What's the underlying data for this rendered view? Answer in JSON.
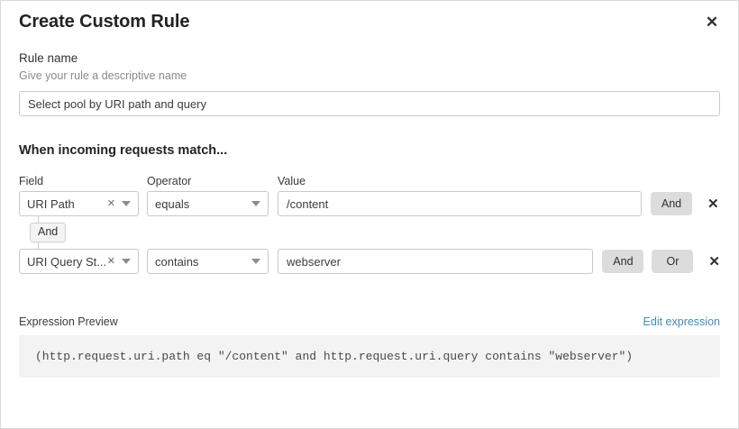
{
  "dialog": {
    "title": "Create Custom Rule",
    "close_icon": "close-icon"
  },
  "rule_name": {
    "label": "Rule name",
    "help": "Give your rule a descriptive name",
    "value": "Select pool by URI path and query",
    "placeholder": "Give your rule a descriptive name"
  },
  "match_section": {
    "title": "When incoming requests match...",
    "columns": {
      "field": "Field",
      "operator": "Operator",
      "value": "Value"
    },
    "conditions": [
      {
        "field": "URI Path",
        "operator": "equals",
        "value": "/content",
        "clear_icon": "clear-icon",
        "caret_icon": "chevron-down-icon",
        "logic_buttons": [
          "And"
        ],
        "remove_icon": "remove-icon"
      },
      {
        "field": "URI Query St...",
        "operator": "contains",
        "value": "webserver",
        "clear_icon": "clear-icon",
        "caret_icon": "chevron-down-icon",
        "logic_buttons": [
          "And",
          "Or"
        ],
        "remove_icon": "remove-icon"
      }
    ],
    "connector_label": "And"
  },
  "expression_preview": {
    "label": "Expression Preview",
    "edit_link": "Edit expression",
    "expression": "(http.request.uri.path eq \"/content\" and http.request.uri.query contains \"webserver\")"
  },
  "colors": {
    "link": "#3f8cbf",
    "button_bg": "#dcdcdc",
    "preview_bg": "#f3f3f3",
    "border": "#c9c9c9"
  }
}
